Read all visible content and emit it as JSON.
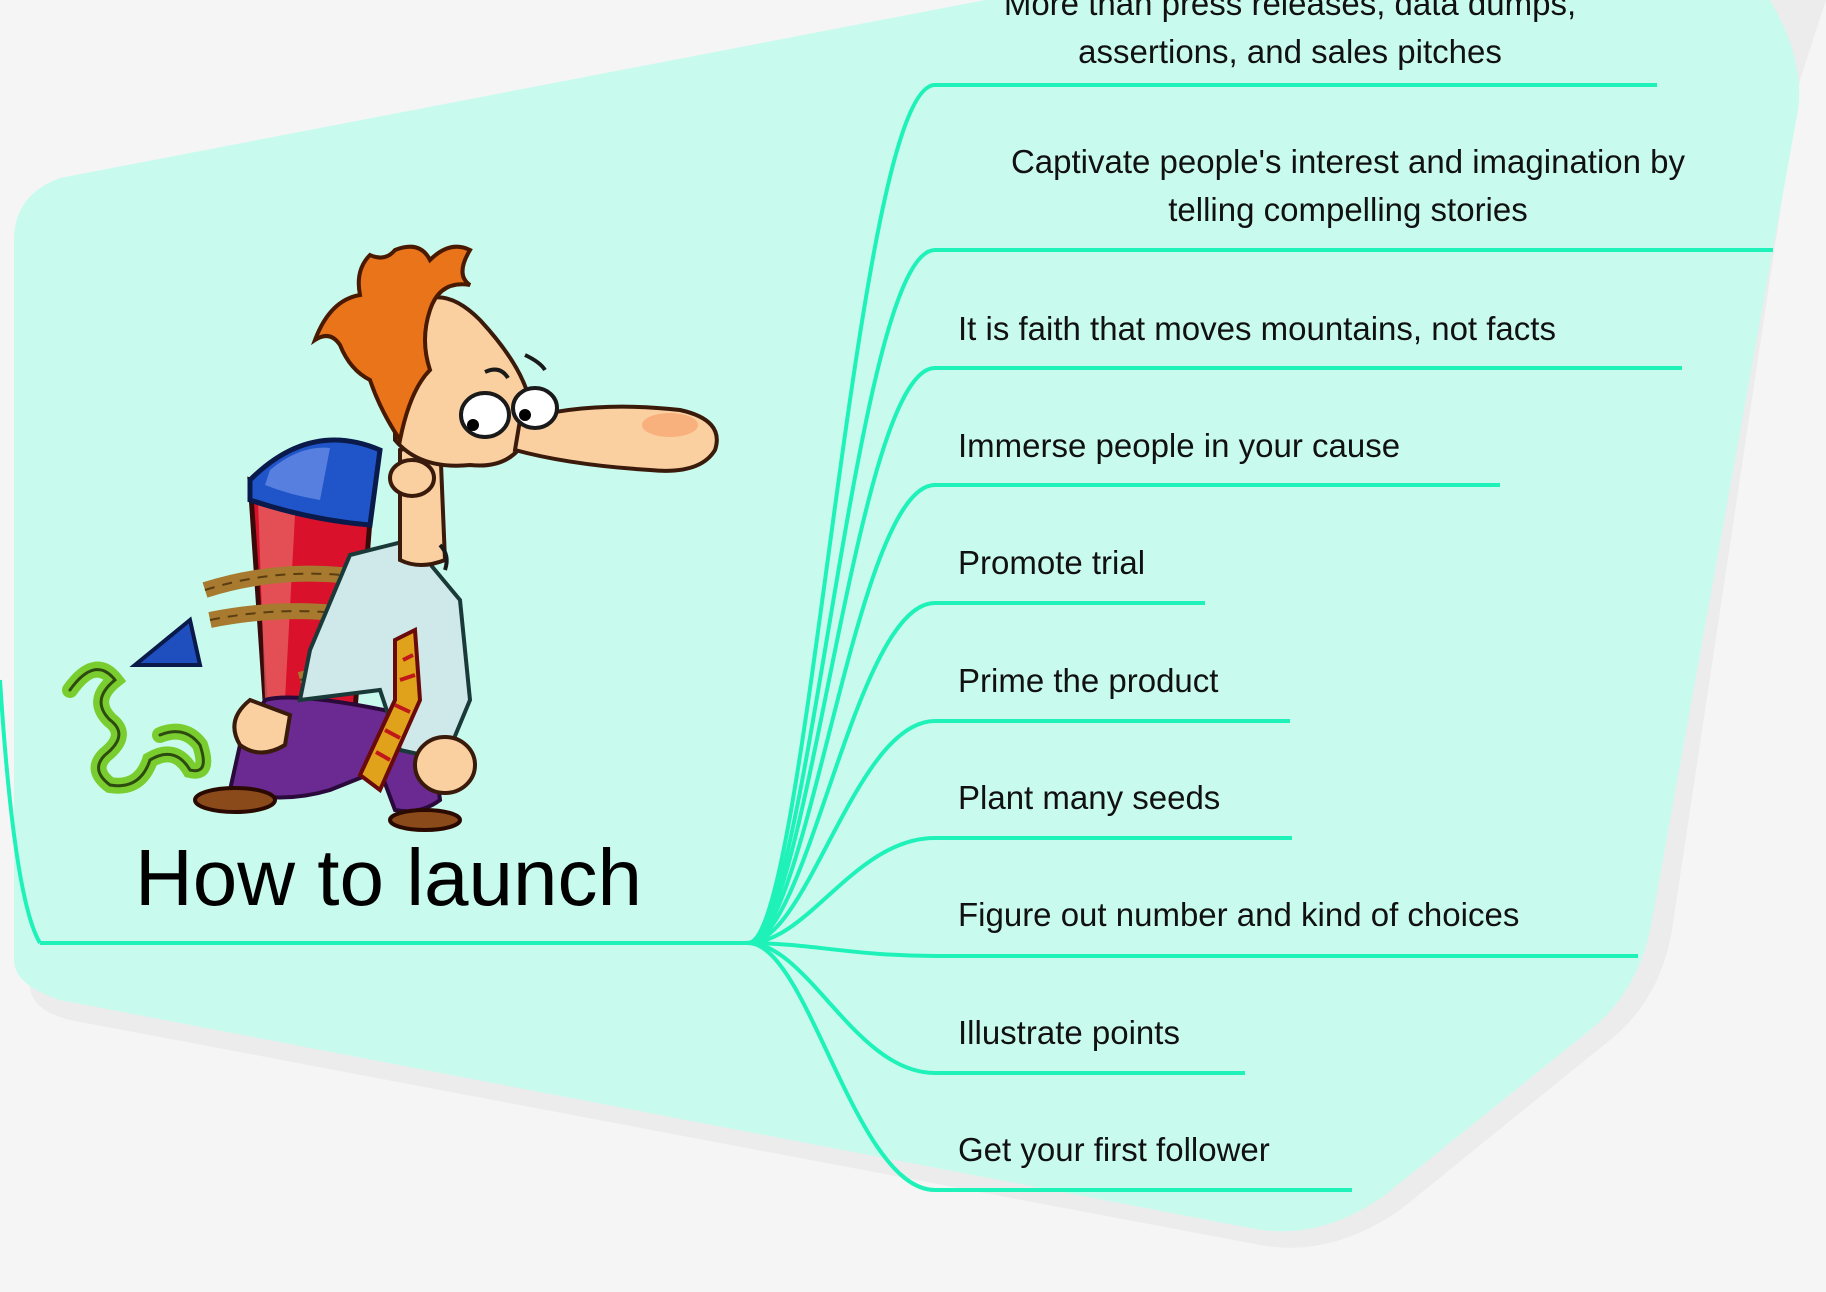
{
  "diagram": {
    "root_title": "How to launch",
    "branches": [
      {
        "label": "More than press releases, data dumps, assertions, and sales pitches",
        "line1": "More than press releases, data dumps,",
        "line2": "assertions, and sales pitches"
      },
      {
        "label": "Captivate people's interest and imagination by telling compelling stories",
        "line1": "Captivate people's interest and imagination by",
        "line2": "telling compelling stories"
      },
      {
        "label": "It is faith that moves mountains, not facts"
      },
      {
        "label": "Immerse people in your cause"
      },
      {
        "label": "Promote trial"
      },
      {
        "label": "Prime the product"
      },
      {
        "label": "Plant many seeds"
      },
      {
        "label": "Figure out number and kind of choices"
      },
      {
        "label": "Illustrate points"
      },
      {
        "label": "Get your first follower"
      }
    ],
    "illustration": "cartoon man with rocket jetpack"
  },
  "colors": {
    "background": "#f5f5f5",
    "boundary_fill": "#c8fbee",
    "connector": "#1ef2b8",
    "text": "#111111"
  }
}
